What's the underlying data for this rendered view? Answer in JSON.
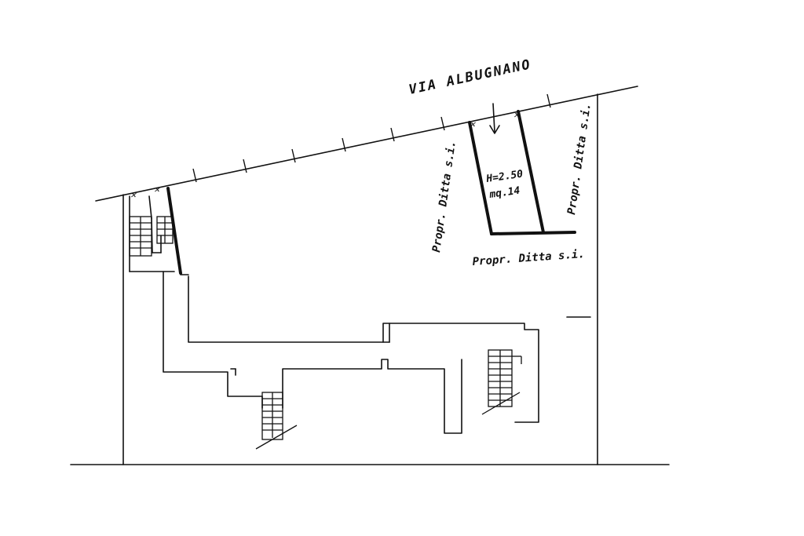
{
  "street": {
    "name": "VIA ALBUGNANO"
  },
  "labels": {
    "neighbor_left": "Propr. Ditta s.i.",
    "neighbor_right": "Propr. Ditta s.i.",
    "neighbor_bottom": "Propr. Ditta s.i.",
    "room_height": "H=2.50",
    "room_area": "mq.14"
  }
}
